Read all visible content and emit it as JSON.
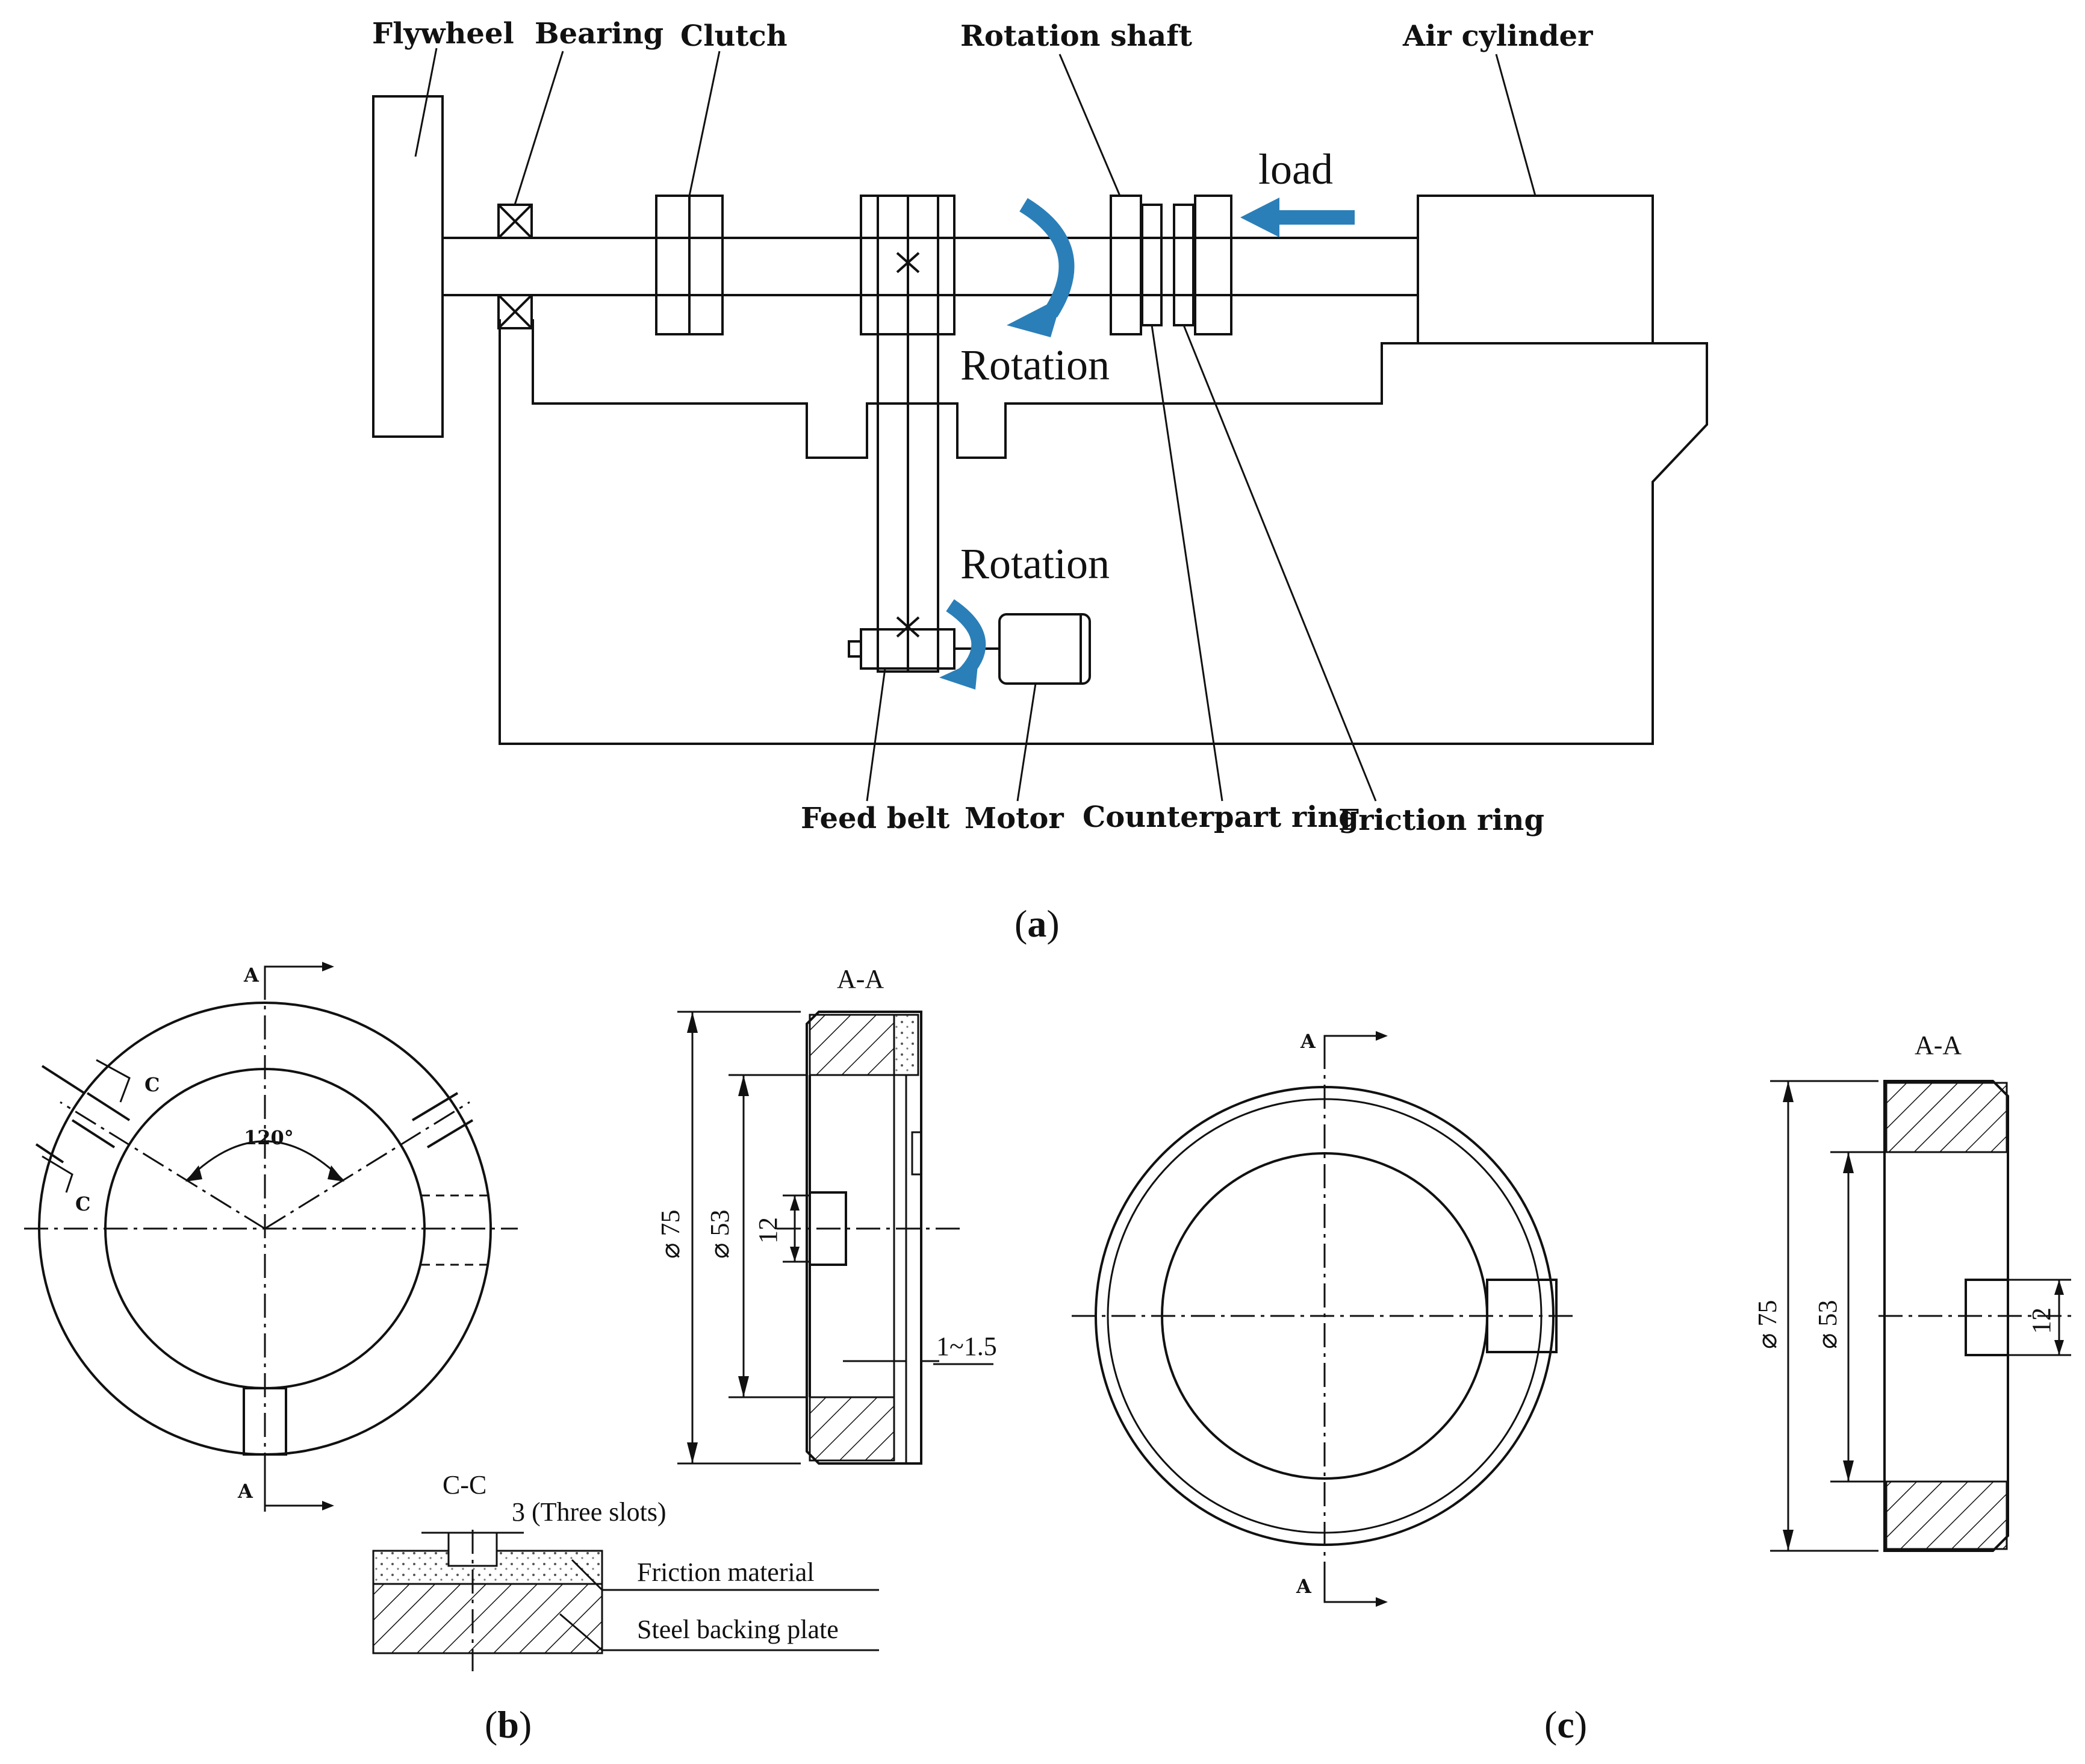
{
  "panel_a": {
    "labels": {
      "flywheel": "Flywheel",
      "bearing": "Bearing",
      "clutch": "Clutch",
      "rotation_shaft": "Rotation shaft",
      "air_cylinder": "Air cylinder",
      "load": "load",
      "rotation_top": "Rotation",
      "rotation_bottom": "Rotation",
      "feed_belt": "Feed belt",
      "motor": "Motor",
      "counterpart_ring": "Counterpart ring",
      "friction_ring": "Friction ring"
    },
    "caption_open": "(",
    "caption_letter": "a",
    "caption_close": ")"
  },
  "panel_b": {
    "section_mark": "A",
    "section_title": "A-A",
    "angle": "120°",
    "c_mark": "C",
    "dim_outer": "⌀ 75",
    "dim_inner": "⌀ 53",
    "dim_slot": "12",
    "dim_gap": "1~1.5",
    "cc_title": "C-C",
    "cc_slots": "3 (Three slots)",
    "friction_material": "Friction material",
    "steel_backing": "Steel backing plate",
    "caption_open": "(",
    "caption_letter": "b",
    "caption_close": ")"
  },
  "panel_c": {
    "section_mark": "A",
    "section_title": "A-A",
    "dim_outer": "⌀ 75",
    "dim_inner": "⌀ 53",
    "dim_slot": "12",
    "caption_open": "(",
    "caption_letter": "c",
    "caption_close": ")"
  },
  "colors": {
    "arrow": "#2a7fb8",
    "line": "#111111"
  }
}
